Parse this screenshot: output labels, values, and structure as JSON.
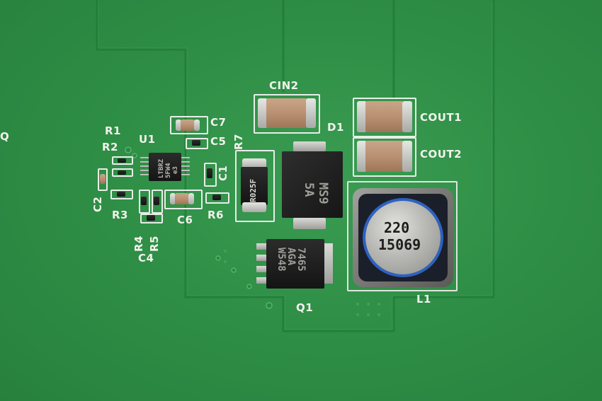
{
  "silkscreen": {
    "q": "Q",
    "r1": "R1",
    "r2": "R2",
    "u1": "U1",
    "c7": "C7",
    "c5": "C5",
    "r7": "R7",
    "c1": "C1",
    "c2": "C2",
    "r3": "R3",
    "c6": "C6",
    "r6": "R6",
    "r4": "R4",
    "r5": "R5",
    "c4": "C4",
    "cin2": "CIN2",
    "d1": "D1",
    "cout1": "COUT1",
    "cout2": "COUT2",
    "q1": "Q1",
    "l1": "L1"
  },
  "markings": {
    "u1_line1": "LTBRZ",
    "u1_line2": "5FW4",
    "u1_line3": "e3",
    "r7_resistor": "R025F",
    "d1_line1": "MS9",
    "d1_line2": "5A",
    "q1_line1": "7465",
    "q1_line2": "AGA",
    "q1_line3": "W548",
    "l1_line1": "220",
    "l1_line2": "15069"
  },
  "colors": {
    "board": "#2f8f46",
    "trace_edge": "#1f7a36",
    "silkscreen": "#f2f2ec",
    "ceramic_cap": "#b78e70"
  }
}
